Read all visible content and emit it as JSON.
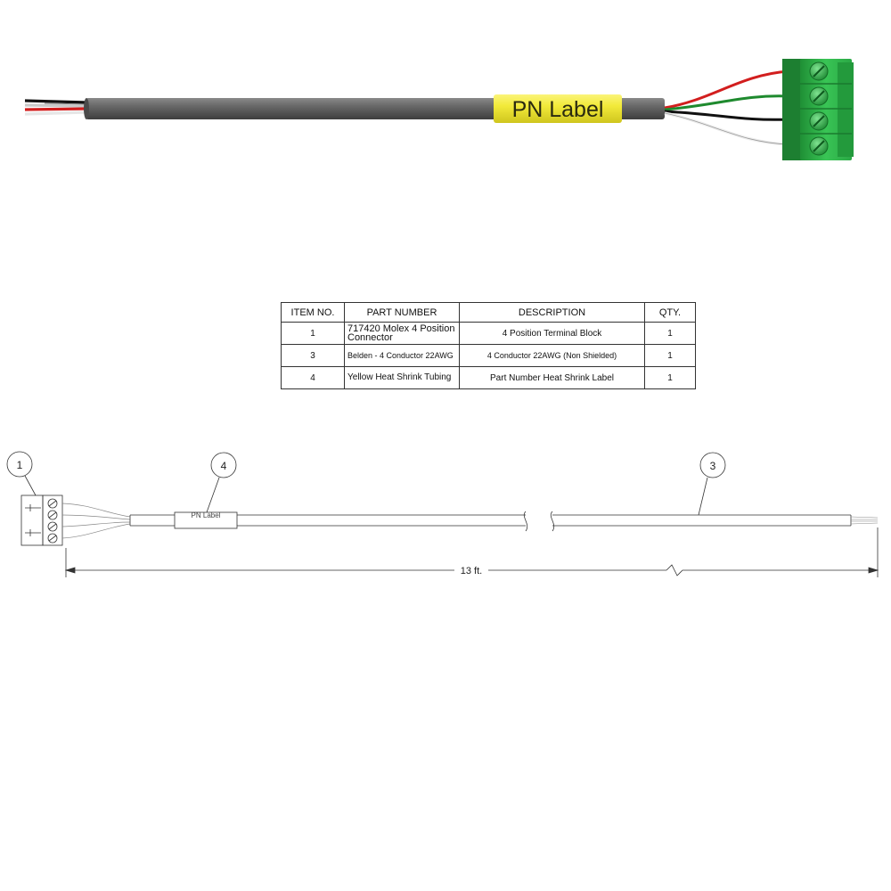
{
  "render": {
    "label_text": "PN Label",
    "colors": {
      "jacket": "#5d5d5d",
      "label": "#f2ea3a",
      "connector": "#2fb848",
      "wire_red": "#d21e1e",
      "wire_green": "#1e8a2e",
      "wire_black": "#111111",
      "wire_white": "#f0f0f0"
    }
  },
  "bom": {
    "headers": {
      "item": "ITEM NO.",
      "part": "PART NUMBER",
      "desc": "DESCRIPTION",
      "qty": "QTY."
    },
    "rows": [
      {
        "item": "1",
        "part": "717420 Molex 4 Position Connector",
        "desc": "4 Position Terminal Block",
        "qty": "1"
      },
      {
        "item": "3",
        "part": "Belden - 4 Conductor 22AWG",
        "desc": "4 Conductor 22AWG (Non Shielded)",
        "qty": "1"
      },
      {
        "item": "4",
        "part": "Yellow Heat Shrink Tubing",
        "desc": "Part Number Heat Shrink Label",
        "qty": "1"
      }
    ]
  },
  "drawing": {
    "balloons": {
      "b1": "1",
      "b4": "4",
      "b3": "3"
    },
    "label_text": "PN Label",
    "length_dimension": "13 ft."
  }
}
